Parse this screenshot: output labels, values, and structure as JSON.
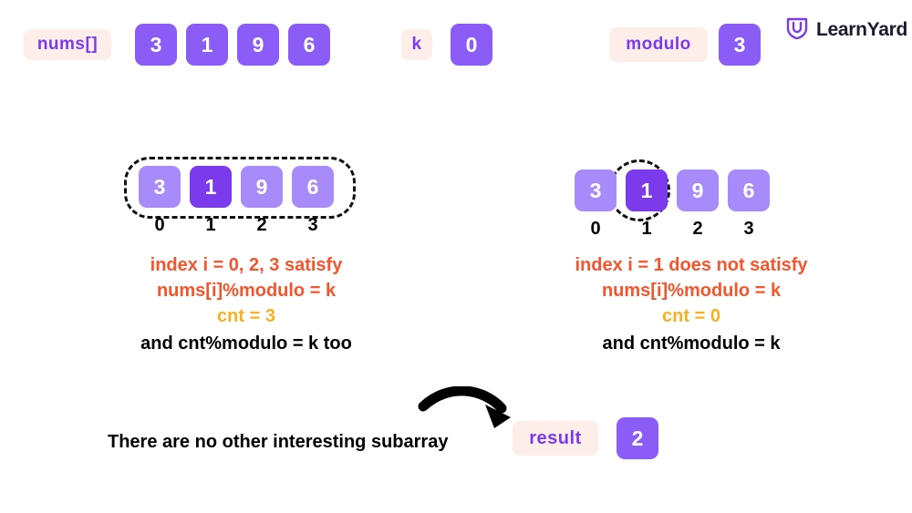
{
  "brand": {
    "name": "LearnYard",
    "logo_icon": "learnyard-shield-icon"
  },
  "top": {
    "nums_label": "nums[]",
    "nums_values": [
      "3",
      "1",
      "9",
      "6"
    ],
    "k_label": "k",
    "k_value": "0",
    "modulo_label": "modulo",
    "modulo_value": "3"
  },
  "left_panel": {
    "cells": [
      "3",
      "1",
      "9",
      "6"
    ],
    "indices": [
      "0",
      "1",
      "2",
      "3"
    ],
    "highlighted_index": 1,
    "line1": "index i = 0, 2, 3 satisfy",
    "line2": "nums[i]%modulo = k",
    "line3": "cnt = 3",
    "line4": "and cnt%modulo = k too"
  },
  "right_panel": {
    "cells": [
      "3",
      "1",
      "9",
      "6"
    ],
    "indices": [
      "0",
      "1",
      "2",
      "3"
    ],
    "highlighted_index": 1,
    "line1": "index i = 1 does not satisfy",
    "line2": "nums[i]%modulo = k",
    "line3": "cnt = 0",
    "line4": "and cnt%modulo = k"
  },
  "bottom": {
    "note": "There are no other interesting subarray",
    "result_label": "result",
    "result_value": "2"
  },
  "colors": {
    "cell_purple": "#8b5cf6",
    "cell_light_purple": "#a78bfa",
    "cell_deep_purple": "#7c3aed",
    "label_bg": "#fdeee9",
    "label_text": "#7c3aed",
    "red_text": "#f4552c",
    "yellow_text": "#f4b223"
  }
}
